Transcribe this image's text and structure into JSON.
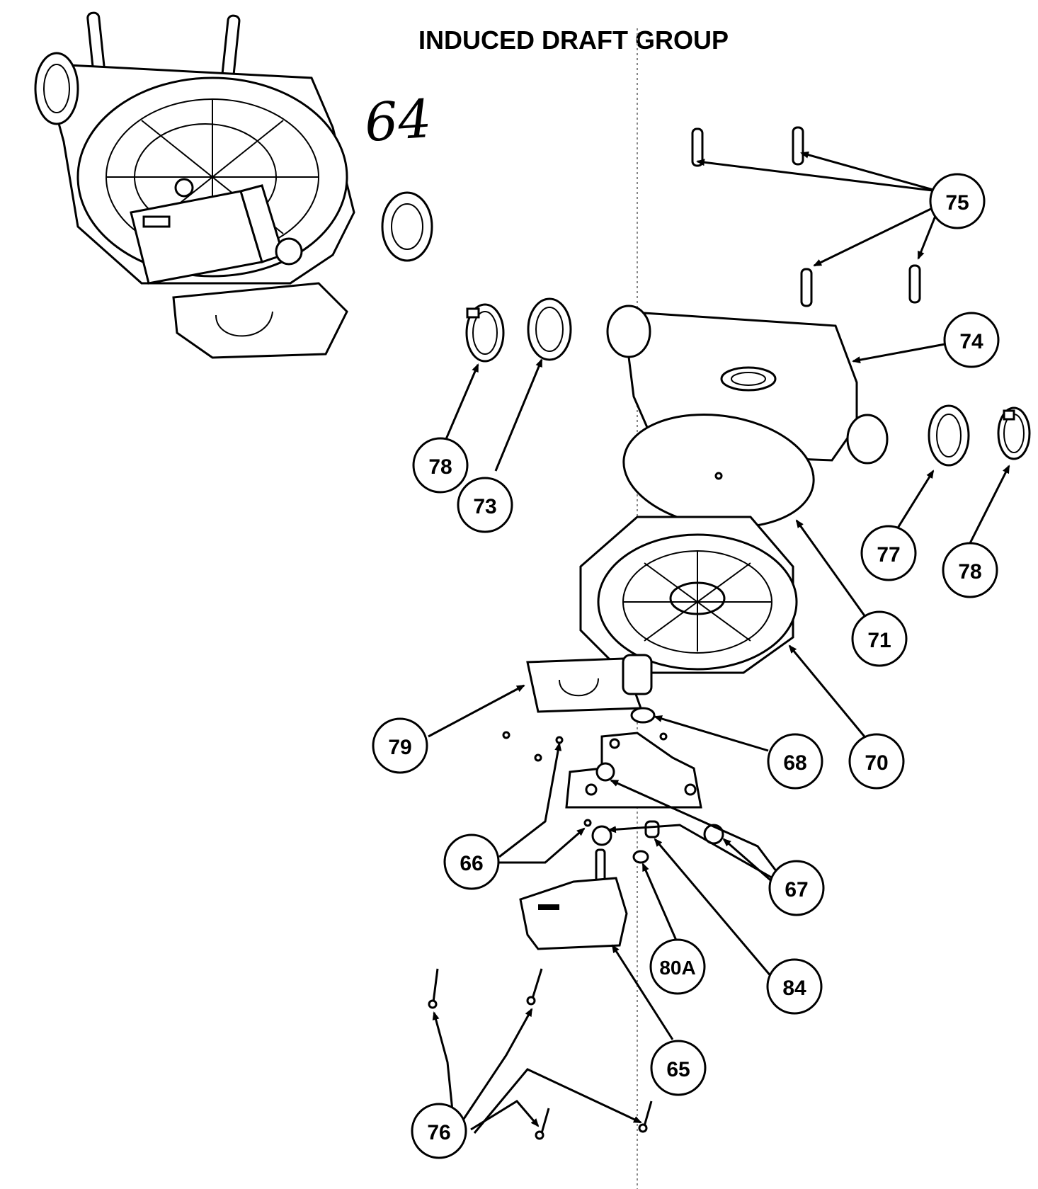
{
  "title": "INDUCED DRAFT GROUP",
  "handwritten_note": "64",
  "callouts": [
    {
      "id": "c75",
      "label": "75"
    },
    {
      "id": "c74",
      "label": "74"
    },
    {
      "id": "c78a",
      "label": "78"
    },
    {
      "id": "c73",
      "label": "73"
    },
    {
      "id": "c77",
      "label": "77"
    },
    {
      "id": "c78b",
      "label": "78"
    },
    {
      "id": "c71",
      "label": "71"
    },
    {
      "id": "c70",
      "label": "70"
    },
    {
      "id": "c68",
      "label": "68"
    },
    {
      "id": "c79",
      "label": "79"
    },
    {
      "id": "c66",
      "label": "66"
    },
    {
      "id": "c67",
      "label": "67"
    },
    {
      "id": "c80A",
      "label": "80A"
    },
    {
      "id": "c84",
      "label": "84"
    },
    {
      "id": "c65",
      "label": "65"
    },
    {
      "id": "c76",
      "label": "76"
    }
  ]
}
